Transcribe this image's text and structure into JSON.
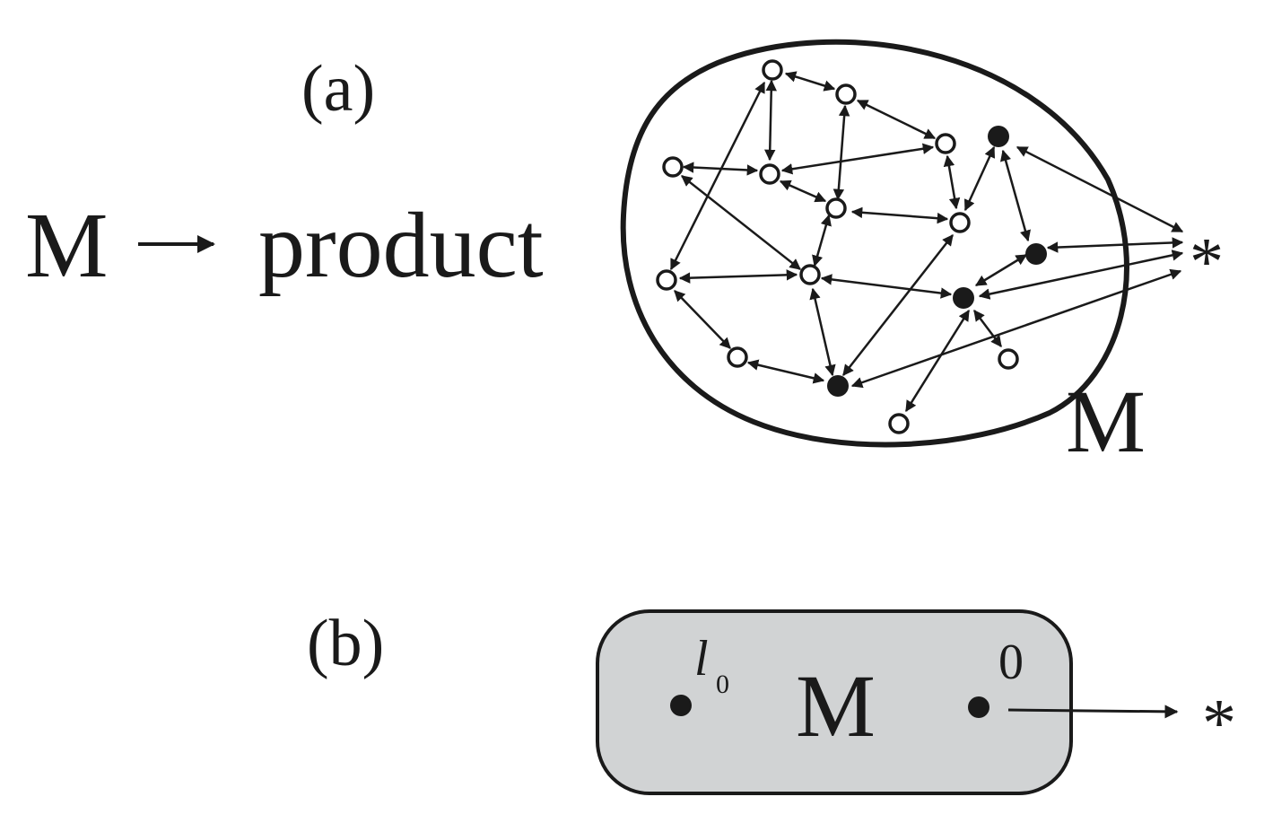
{
  "panel_a": {
    "label": "(a)",
    "reaction": {
      "reactant": "M",
      "product": "product"
    },
    "set_label": "M",
    "sink_label": "*"
  },
  "panel_b": {
    "label": "(b)",
    "box_label": "M",
    "start_label": "l",
    "start_subscript": "0",
    "end_label": "0",
    "sink_label": "*"
  },
  "colors": {
    "ink": "#1a1a1a",
    "box_fill": "#d1d3d4",
    "background": "#ffffff"
  }
}
